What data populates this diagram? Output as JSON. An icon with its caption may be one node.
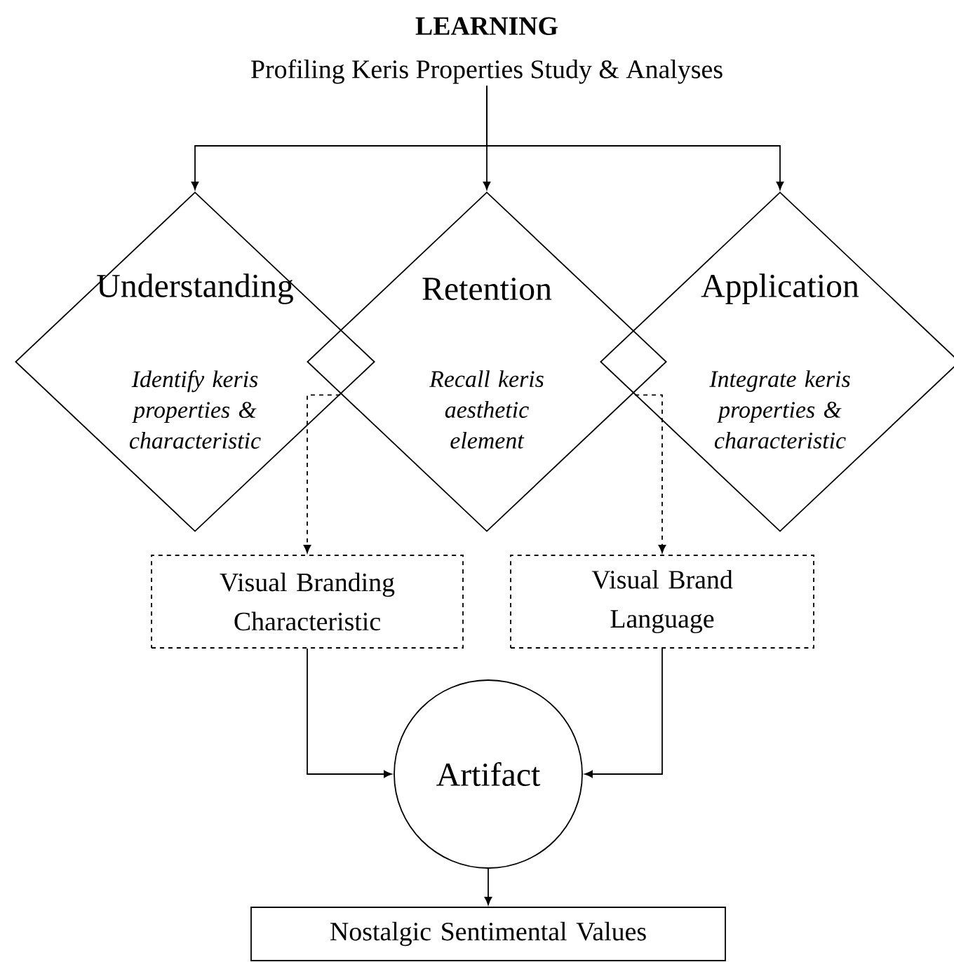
{
  "diagram": {
    "nodes": [
      {
        "text": [
          "LEARNING",
          "Profiling Keris Properties Study & Analyses"
        ]
      },
      {
        "text": [
          "Understanding",
          "Identify keris properties & characteristic"
        ]
      },
      {
        "text": [
          "Retention",
          "Recall keris aesthetic element"
        ]
      },
      {
        "text": [
          "Application",
          "Integrate keris properties & characteristic"
        ]
      },
      {
        "text": [
          "Visual Branding Characteristic"
        ]
      },
      {
        "text": [
          "Visual Brand Language"
        ]
      },
      {
        "text": [
          "Artifact"
        ]
      },
      {
        "text": [
          "Nostalgic Sentimental Values"
        ]
      }
    ],
    "edges": [
      {
        "from": 0,
        "to": 1,
        "arrow": "to"
      },
      {
        "from": 0,
        "to": 2,
        "arrow": "to"
      },
      {
        "from": 0,
        "to": 3,
        "arrow": "to"
      },
      {
        "from": 1,
        "to": 4,
        "arrow": "to",
        "style": "dashed"
      },
      {
        "from": 3,
        "to": 5,
        "arrow": "to",
        "style": "dashed"
      },
      {
        "from": 4,
        "to": 6,
        "arrow": "to"
      },
      {
        "from": 5,
        "to": 6,
        "arrow": "to"
      },
      {
        "from": 6,
        "to": 7,
        "arrow": "to"
      }
    ]
  }
}
